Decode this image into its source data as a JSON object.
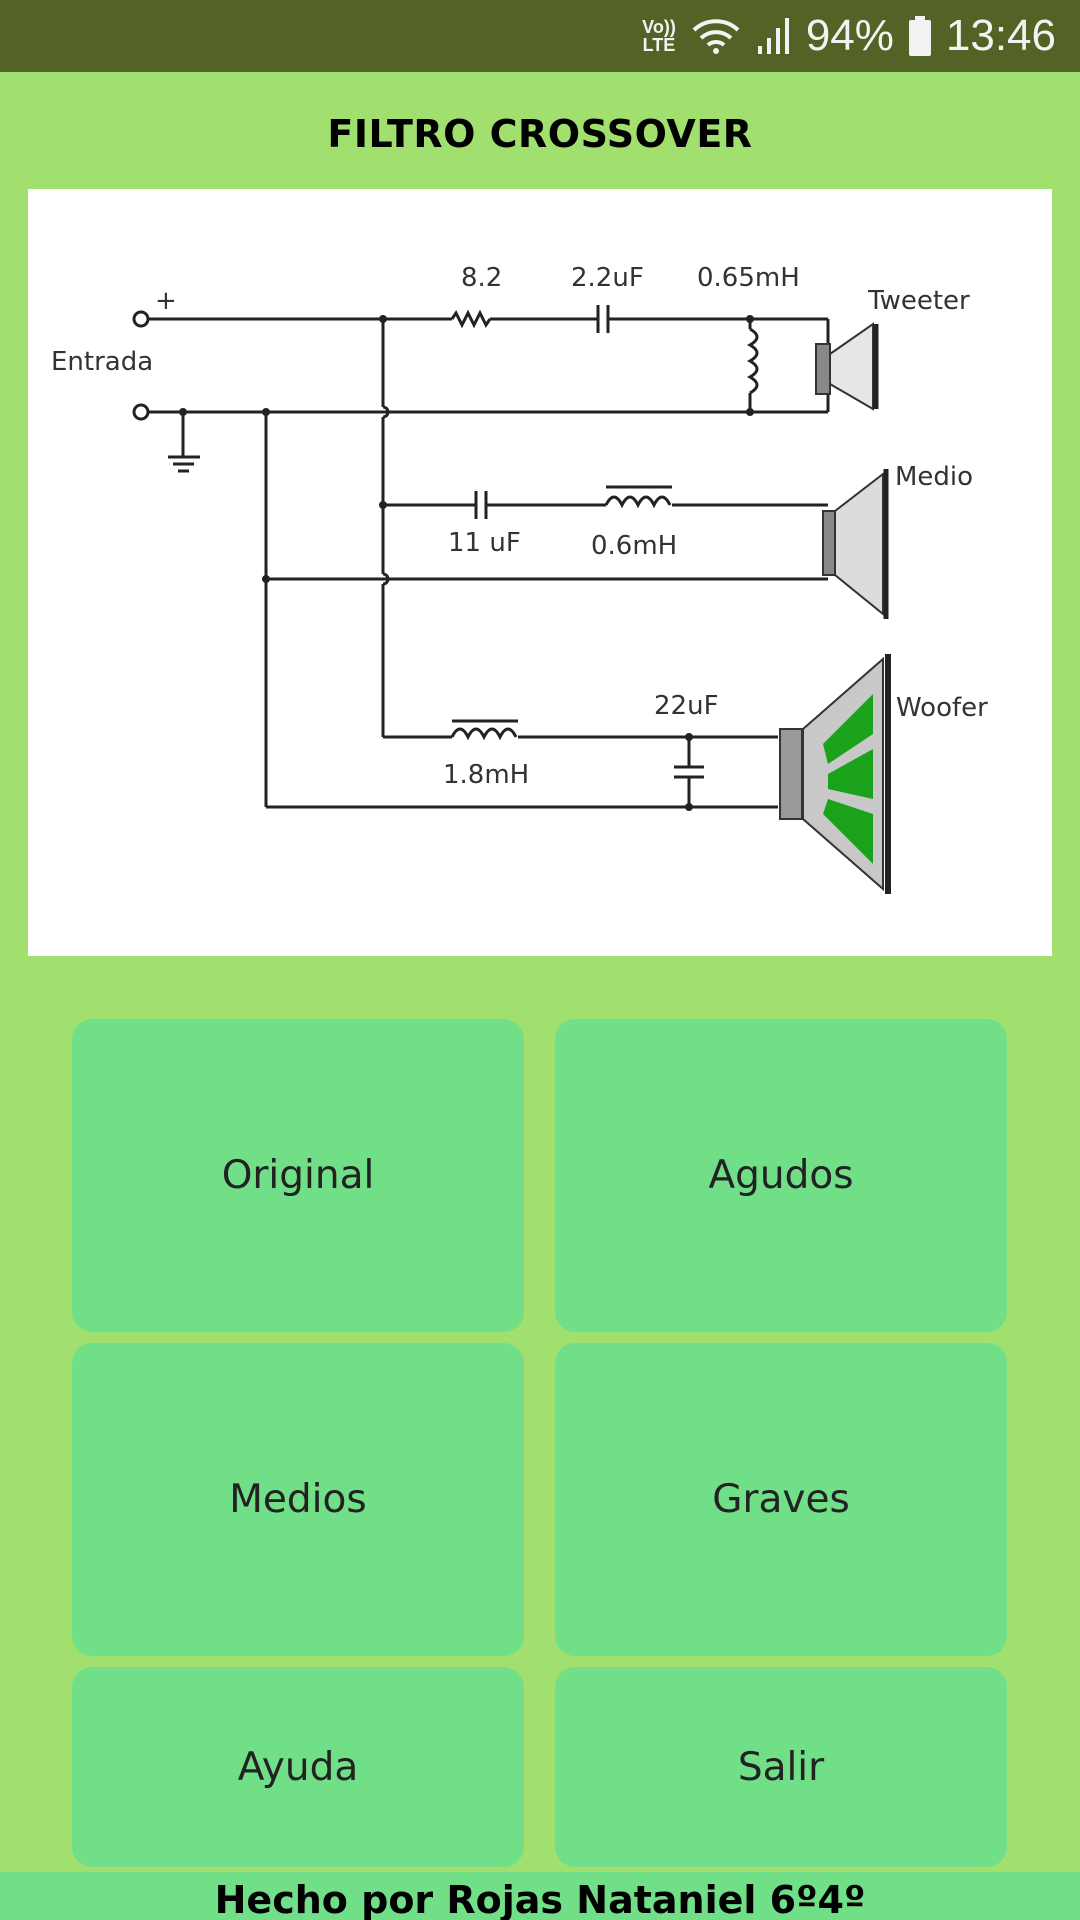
{
  "status_bar": {
    "volte_top": "Vo))",
    "volte_bottom": "LTE",
    "battery": "94%",
    "time": "13:46"
  },
  "title": "FILTRO CROSSOVER",
  "diagram": {
    "labels": {
      "plus": "+",
      "input": "Entrada",
      "resistor": "8.2",
      "tweeter_cap": "2.2uF",
      "tweeter_ind": "0.65mH",
      "tweeter": "Tweeter",
      "mid_cap": "11 uF",
      "mid_ind": "0.6mH",
      "mid": "Medio",
      "woofer_ind": "1.8mH",
      "woofer_cap": "22uF",
      "woofer": "Woofer"
    }
  },
  "buttons": {
    "original": "Original",
    "agudos": "Agudos",
    "medios": "Medios",
    "graves": "Graves",
    "ayuda": "Ayuda",
    "salir": "Salir"
  },
  "footer": "Hecho por Rojas Nataniel 6º4º",
  "colors": {
    "background": "#a1e06e",
    "status_bar": "#536225",
    "button": "#71df88"
  }
}
